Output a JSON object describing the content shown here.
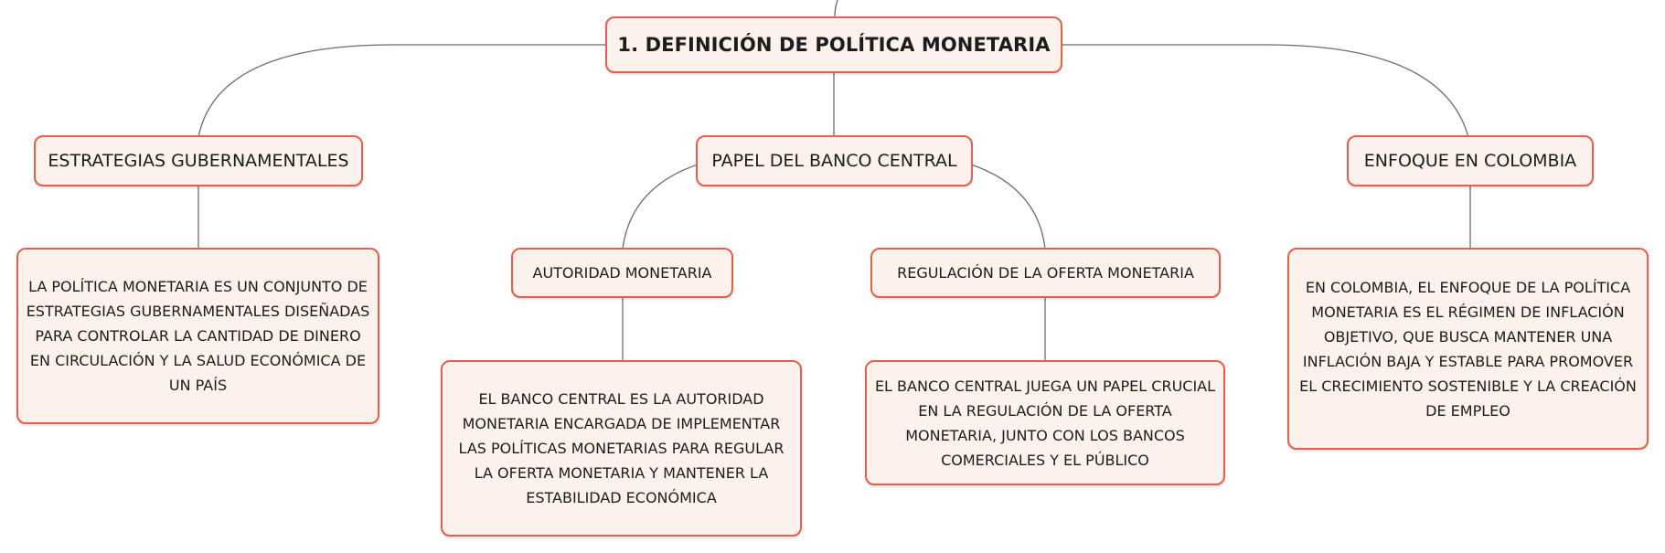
{
  "root": {
    "label": "1. DEFINICIÓN DE POLÍTICA MONETARIA"
  },
  "branches": {
    "estrategias": {
      "label": "ESTRATEGIAS GUBERNAMENTALES",
      "description": "LA POLÍTICA MONETARIA ES UN CONJUNTO DE ESTRATEGIAS GUBERNAMENTALES DISEÑADAS PARA CONTROLAR LA CANTIDAD DE DINERO EN CIRCULACIÓN Y LA SALUD ECONÓMICA DE UN PAÍS"
    },
    "papel": {
      "label": "PAPEL DEL BANCO CENTRAL",
      "autoridad": {
        "label": "AUTORIDAD MONETARIA",
        "description": "EL BANCO CENTRAL ES LA AUTORIDAD MONETARIA ENCARGADA DE IMPLEMENTAR LAS POLÍTICAS MONETARIAS PARA REGULAR LA OFERTA MONETARIA Y MANTENER LA ESTABILIDAD ECONÓMICA"
      },
      "regulacion": {
        "label": "REGULACIÓN DE LA OFERTA MONETARIA",
        "description": "EL BANCO CENTRAL JUEGA UN PAPEL CRUCIAL EN LA REGULACIÓN DE LA OFERTA MONETARIA, JUNTO CON LOS BANCOS COMERCIALES Y EL PÚBLICO"
      }
    },
    "colombia": {
      "label": "ENFOQUE EN COLOMBIA",
      "description": "EN COLOMBIA, EL ENFOQUE DE LA POLÍTICA MONETARIA ES EL RÉGIMEN DE INFLACIÓN OBJETIVO, QUE BUSCA MANTENER UNA INFLACIÓN BAJA Y ESTABLE PARA PROMOVER EL CRECIMIENTO SOSTENIBLE Y LA CREACIÓN DE EMPLEO"
    }
  },
  "colors": {
    "node_border": "#e2604f",
    "node_fill": "#fdf1ec",
    "connector": "#6b6b6b"
  }
}
